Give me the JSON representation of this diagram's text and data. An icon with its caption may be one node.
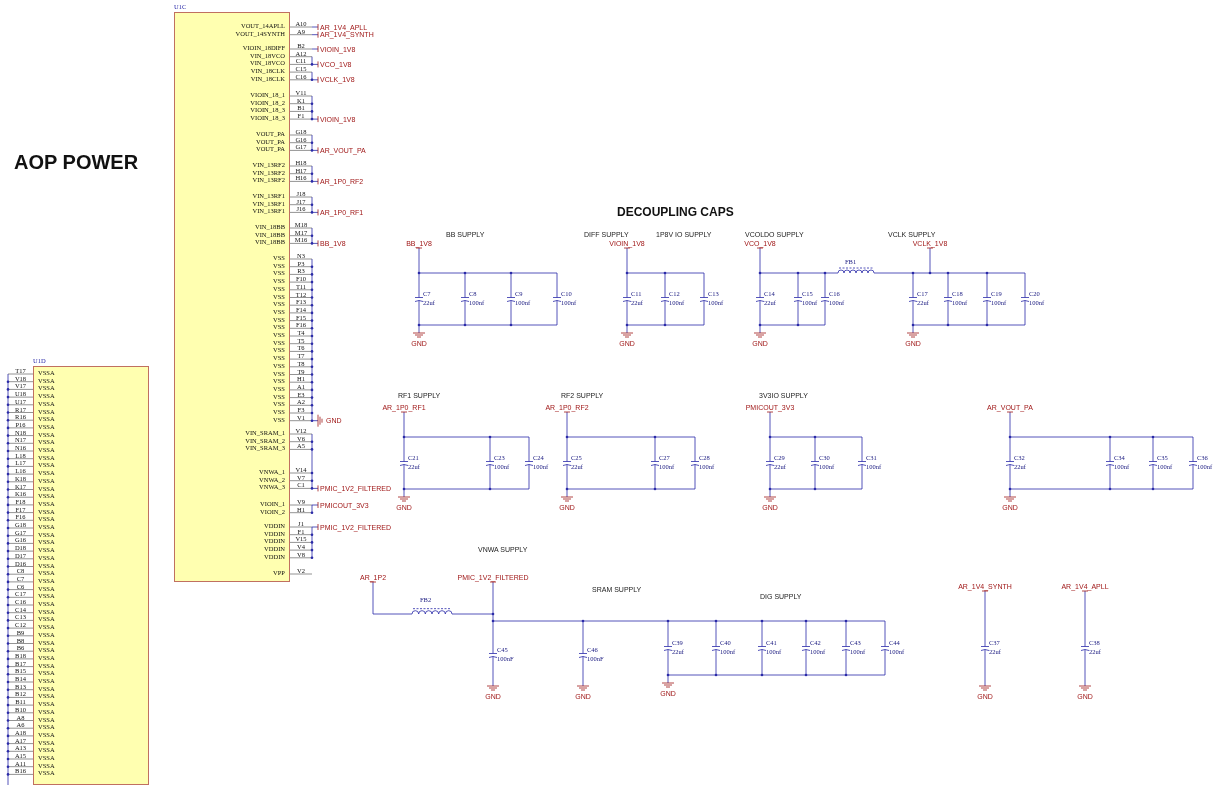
{
  "diagram": {
    "nodes": [
      {
        "text": [
          "U1C",
          "VOUT_14APLL",
          "VOUT_14SYNTH",
          "VIOIN_18DIFF",
          "VIN_18VCO",
          "VIN_18VCO",
          "VIN_18CLK",
          "VIN_18CLK",
          "VIOIN_18_1",
          "VIOIN_18_2",
          "VIOIN_18_3",
          "VIOIN_18_3",
          "VOUT_PA",
          "VOUT_PA",
          "VOUT_PA",
          "VIN_13RF2",
          "VIN_13RF2",
          "VIN_13RF2",
          "VIN_13RF1",
          "VIN_13RF1",
          "VIN_13RF1",
          "VIN_18BB",
          "VIN_18BB",
          "VIN_18BB",
          "VSS",
          "VSS",
          "VSS",
          "VSS",
          "VSS",
          "VSS",
          "VSS",
          "VSS",
          "VSS",
          "VSS",
          "VSS",
          "VSS",
          "VSS",
          "VSS",
          "VSS",
          "VSS",
          "VSS",
          "VSS",
          "VSS",
          "VSS",
          "VSS",
          "VSS",
          "VIN_SRAM_1",
          "VIN_SRAM_2",
          "VIN_SRAM_3",
          "VNWA_1",
          "VNWA_2",
          "VNWA_3",
          "VIOIN_1",
          "VIOIN_2",
          "VDDIN",
          "VDDIN",
          "VDDIN",
          "VDDIN",
          "VDDIN",
          "VPP"
        ],
        "beside": [
          "A10",
          "A9",
          "B2",
          "A12",
          "C11",
          "C15",
          "C16",
          "V11",
          "K1",
          "B1",
          "F1",
          "G18",
          "G16",
          "G17",
          "H18",
          "H17",
          "H16",
          "J18",
          "J17",
          "J16",
          "M18",
          "M17",
          "M16",
          "N3",
          "P3",
          "R3",
          "F10",
          "T11",
          "T12",
          "F13",
          "F14",
          "F15",
          "F16",
          "T4",
          "T5",
          "T6",
          "T7",
          "T8",
          "T9",
          "H1",
          "A1",
          "E3",
          "A2",
          "F3",
          "V1",
          "V12",
          "V6",
          "A5",
          "V14",
          "V7",
          "C1",
          "V9",
          "H1",
          "J1",
          "F1",
          "V15",
          "V4",
          "V8",
          "V2"
        ]
      },
      {
        "text": [
          "U1D",
          "VSSA",
          "VSSA",
          "VSSA",
          "VSSA",
          "VSSA",
          "VSSA",
          "VSSA",
          "VSSA",
          "VSSA",
          "VSSA",
          "VSSA",
          "VSSA",
          "VSSA",
          "VSSA",
          "VSSA",
          "VSSA",
          "VSSA",
          "VSSA",
          "VSSA",
          "VSSA",
          "VSSA",
          "VSSA",
          "VSSA",
          "VSSA",
          "VSSA",
          "VSSA",
          "VSSA",
          "VSSA",
          "VSSA",
          "VSSA",
          "VSSA",
          "VSSA",
          "VSSA",
          "VSSA",
          "VSSA",
          "VSSA",
          "VSSA",
          "VSSA",
          "VSSA",
          "VSSA",
          "VSSA",
          "VSSA",
          "VSSA",
          "VSSA",
          "VSSA",
          "VSSA",
          "VSSA",
          "VSSA",
          "VSSA",
          "VSSA",
          "VSSA",
          "VSSA",
          "VSSA"
        ],
        "beside": [
          "T17",
          "V18",
          "V17",
          "U18",
          "U17",
          "R17",
          "R16",
          "P16",
          "N18",
          "N17",
          "N16",
          "L18",
          "L17",
          "L16",
          "K18",
          "K17",
          "K16",
          "F18",
          "F17",
          "F16",
          "G18",
          "G17",
          "G16",
          "D18",
          "D17",
          "D16",
          "C8",
          "C7",
          "C6",
          "C17",
          "C16",
          "C14",
          "C13",
          "C12",
          "B9",
          "B8",
          "B6",
          "B18",
          "B17",
          "B15",
          "B14",
          "B13",
          "B12",
          "B11",
          "B10",
          "A8",
          "A6",
          "A18",
          "A17",
          "A13",
          "A15",
          "A11",
          "B16"
        ]
      }
    ],
    "labels": [
      "AOP POWER",
      "AR_1V4_APLL",
      "AR_1V4_SYNTH",
      "VIOIN_1V8",
      "VCO_1V8",
      "VCLK_1V8",
      "VIOIN_1V8",
      "AR_VOUT_PA",
      "AR_1P0_RF2",
      "AR_1P0_RF1",
      "BB_1V8",
      "GND",
      "PMIC_1V2_FILTERED",
      "PMICOUT_3V3",
      "PMIC_1V2_FILTERED",
      "DECOUPLING CAPS",
      "BB SUPPLY",
      "BB_1V8",
      "C7",
      "22uf",
      "C8",
      "100nf",
      "C9",
      "100nf",
      "C10",
      "100nf",
      "GND",
      "DIFF SUPPLY",
      "1P8V IO SUPPLY",
      "VIOIN_1V8",
      "C11",
      "22uf",
      "C12",
      "100nf",
      "C13",
      "100nf",
      "GND",
      "VCOLDO SUPPLY",
      "VCO_1V8",
      "C14",
      "22uf",
      "C15",
      "100nf",
      "C16",
      "100nf",
      "GND",
      "FB1",
      "VCLK SUPPLY",
      "VCLK_1V8",
      "C17",
      "22uf",
      "C18",
      "100nf",
      "C19",
      "100nf",
      "C20",
      "100nf",
      "GND",
      "RF1 SUPPLY",
      "AR_1P0_RF1",
      "C21",
      "22uf",
      "C23",
      "100nf",
      "C24",
      "100nf",
      "GND",
      "RF2 SUPPLY",
      "AR_1P0_RF2",
      "C25",
      "22uf",
      "C27",
      "100nf",
      "C28",
      "100nf",
      "GND",
      "3V3IO SUPPLY",
      "PMICOUT_3V3",
      "C29",
      "22uf",
      "C30",
      "100nf",
      "C31",
      "100nf",
      "GND",
      "AR_VOUT_PA",
      "C32",
      "22uf",
      "C34",
      "100nf",
      "C35",
      "100nf",
      "C36",
      "100nf",
      "GND",
      "VNWA SUPPLY",
      "AR_1P2",
      "PMIC_1V2_FILTERED",
      "FB2",
      "C45",
      "100nF",
      "GND",
      "SRAM SUPPLY",
      "C46",
      "100nF",
      "GND",
      "DIG SUPPLY",
      "C39",
      "22uf",
      "C40",
      "100nf",
      "C41",
      "100nf",
      "C42",
      "100nf",
      "C43",
      "100nf",
      "C44",
      "100nf",
      "GND",
      "AR_1V4_SYNTH",
      "C37",
      "22uf",
      "GND",
      "AR_1V4_APLL",
      "C38",
      "22uf",
      "GND"
    ]
  }
}
